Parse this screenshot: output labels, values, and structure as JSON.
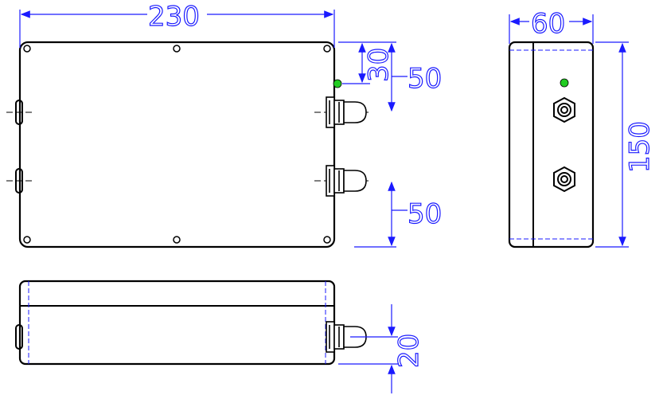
{
  "drawing": {
    "dimensions": {
      "top_width": "230",
      "side_width": "60",
      "offset_30": "30",
      "offset_50_upper": "50",
      "offset_50_lower": "50",
      "height_150": "150",
      "offset_20": "20"
    },
    "colors": {
      "outline": "#000000",
      "dimension": "#1a1aff",
      "led": "#22cc22",
      "hidden": "#1a1aff"
    }
  }
}
